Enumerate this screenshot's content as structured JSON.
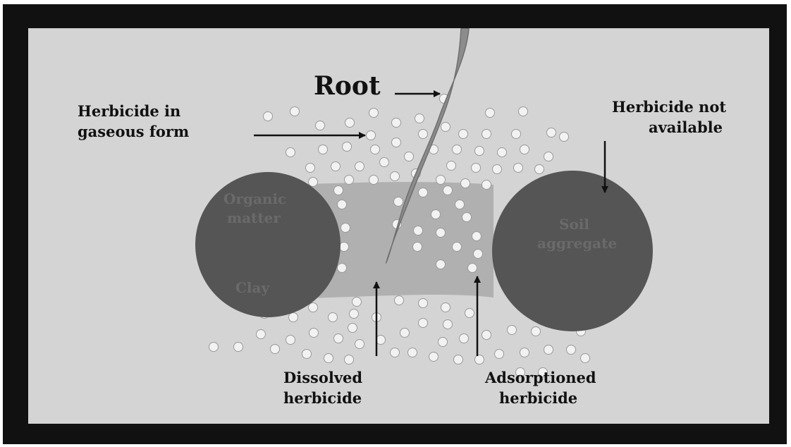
{
  "labels": {
    "root": "Root",
    "gaseous_line1": "Herbicide in",
    "gaseous_line2": "gaseous form",
    "not_available_line1": "Herbicide not",
    "not_available_line2": "available",
    "dissolved_line1": "Dissolved",
    "dissolved_line2": "herbicide",
    "adsorptioned_line1": "Adsorptioned",
    "adsorptioned_line2": "herbicide"
  },
  "particles": {
    "left_line1": "Organic",
    "left_line2": "matter",
    "left_bottom": "Clay",
    "right_line1": "Soil",
    "right_line2": "aggregate"
  },
  "colors": {
    "frame": "#111111",
    "background": "#d4d4d4",
    "particle": "#555555",
    "water": "#a9a9a9",
    "root": "#8c8c8c",
    "bubble": "#f2f2f2"
  }
}
